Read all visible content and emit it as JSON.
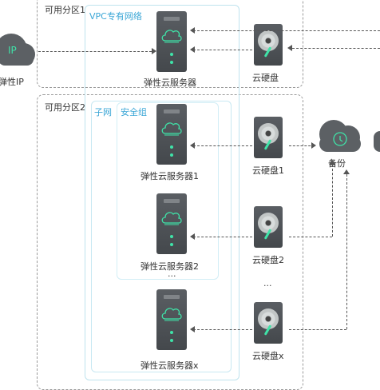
{
  "zones": {
    "zone1_label": "可用分区1",
    "zone2_label": "可用分区2"
  },
  "network": {
    "vpc_label": "VPC专有网络",
    "subnet_label": "子网",
    "security_group_label": "安全组"
  },
  "eip": {
    "icon_text": "IP",
    "label": "弹性IP"
  },
  "servers": {
    "zone1": "弹性云服务器",
    "s1": "弹性云服务器1",
    "s2": "弹性云服务器2",
    "sx": "弹性云服务器x",
    "ellipsis": "..."
  },
  "disks": {
    "zone1": "云硬盘",
    "d1": "云硬盘1",
    "d2": "云硬盘2",
    "dx": "云硬盘x",
    "ellipsis": "..."
  },
  "backup": {
    "label": "备份"
  },
  "colors": {
    "accent": "#3aa6d6",
    "device": "#4f5357",
    "status_light": "#3fe3a8"
  }
}
